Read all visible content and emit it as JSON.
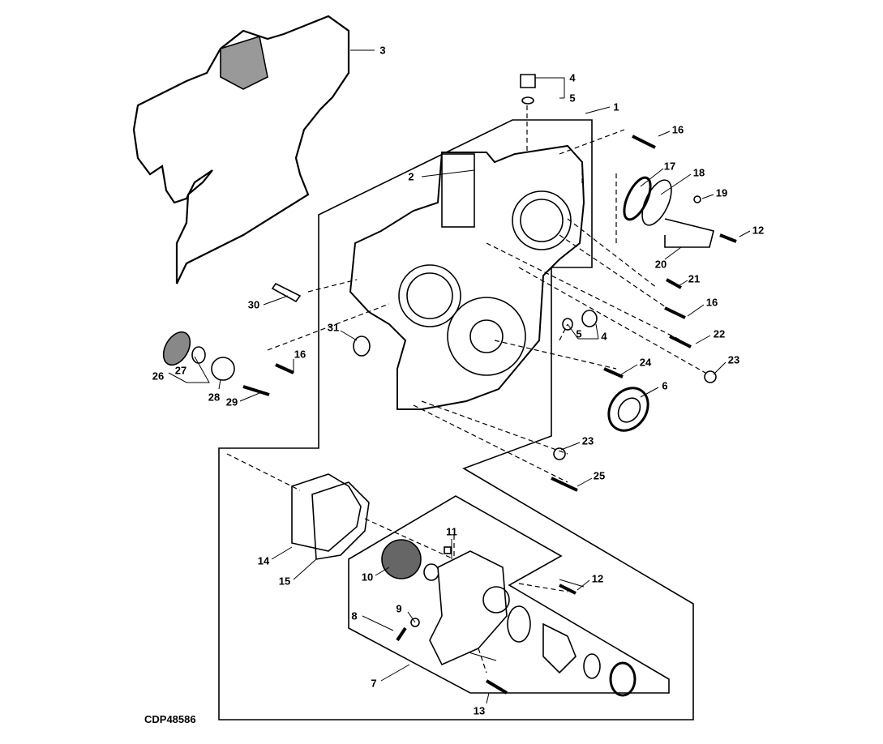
{
  "diagram": {
    "caption": "CDP48586",
    "callouts": [
      "3",
      "4",
      "5",
      "1",
      "16",
      "2",
      "17",
      "18",
      "19",
      "12",
      "20",
      "21",
      "16",
      "30",
      "5",
      "4",
      "22",
      "23",
      "31",
      "16",
      "24",
      "26",
      "27",
      "28",
      "29",
      "6",
      "23",
      "25",
      "11",
      "14",
      "15",
      "10",
      "12",
      "8",
      "9",
      "7",
      "13"
    ],
    "line_color": "#000000",
    "background": "#ffffff"
  }
}
